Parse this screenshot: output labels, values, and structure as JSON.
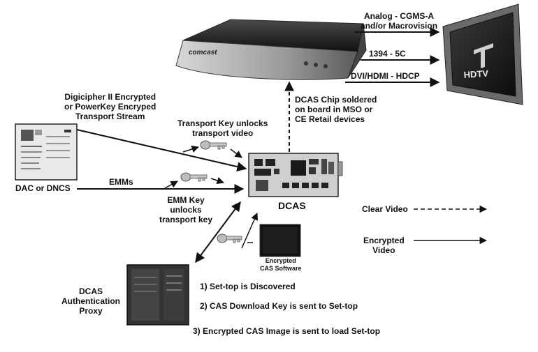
{
  "set_top_box": {
    "brand": "comcast"
  },
  "tv": {
    "label": "HDTV"
  },
  "outputs": {
    "analog": "Analog - CGMS-A\nand/or Macrovision",
    "port_1394": "1394 - 5C",
    "dvi_hdmi": "DVI/HDMI - HDCP"
  },
  "headend": {
    "label": "DAC or DNCS"
  },
  "labels": {
    "transport_stream": "Digicipher II Encrypted\nor PowerKey Encryped\nTransport Stream",
    "transport_key": "Transport Key unlocks\ntransport video",
    "emms": "EMMs",
    "emm_key": "EMM Key\nunlocks\ntransport key",
    "dcas_chip": "DCAS Chip soldered\non board in MSO or\nCE Retail devices",
    "dcas": "DCAS",
    "encrypted_cas_software": "Encrypted\nCAS Software",
    "auth_proxy": "DCAS\nAuthentication\nProxy"
  },
  "steps": [
    "1) Set-top is Discovered",
    "2) CAS Download Key is sent to Set-top",
    "3) Encrypted CAS Image is sent to load Set-top"
  ],
  "legend": {
    "clear_video": "Clear Video",
    "encrypted_video": "Encrypted\nVideo"
  }
}
